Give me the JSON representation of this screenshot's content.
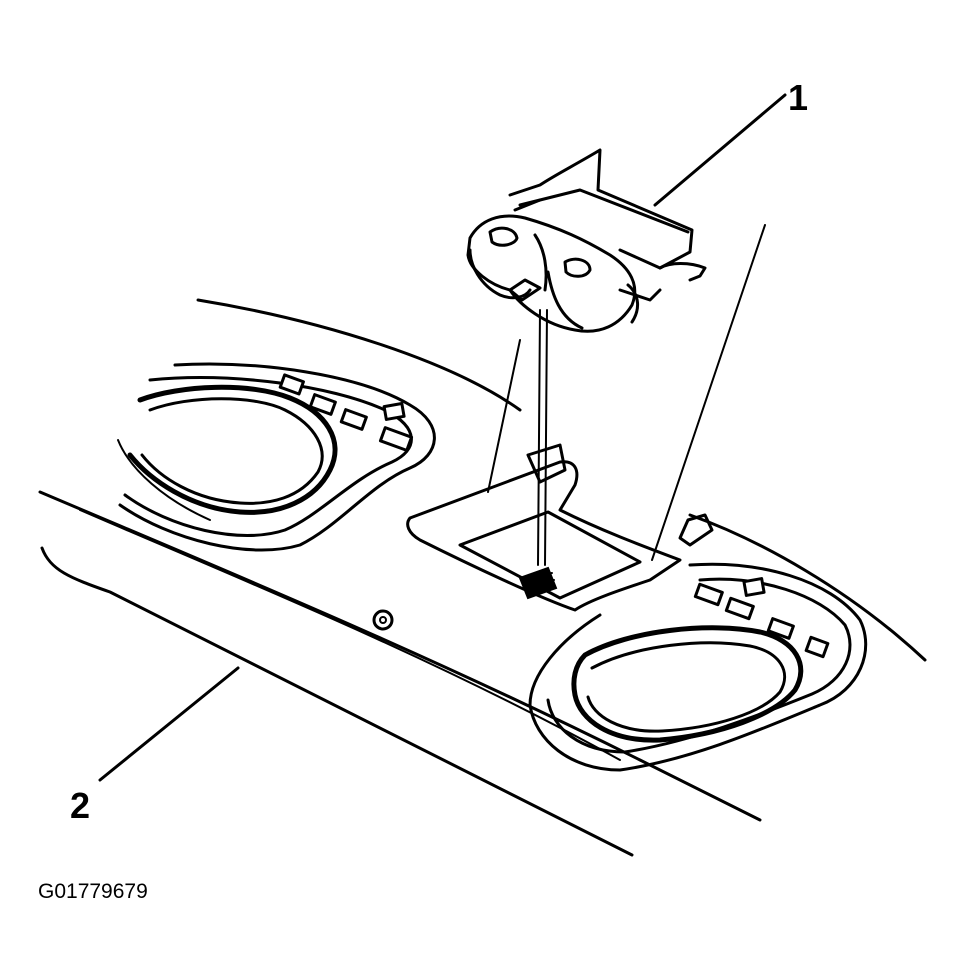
{
  "diagram": {
    "callouts": [
      {
        "id": "1",
        "label": "1"
      },
      {
        "id": "2",
        "label": "2"
      }
    ],
    "figure_id": "G01779679"
  },
  "colors": {
    "line": "#000000",
    "background": "#ffffff"
  }
}
